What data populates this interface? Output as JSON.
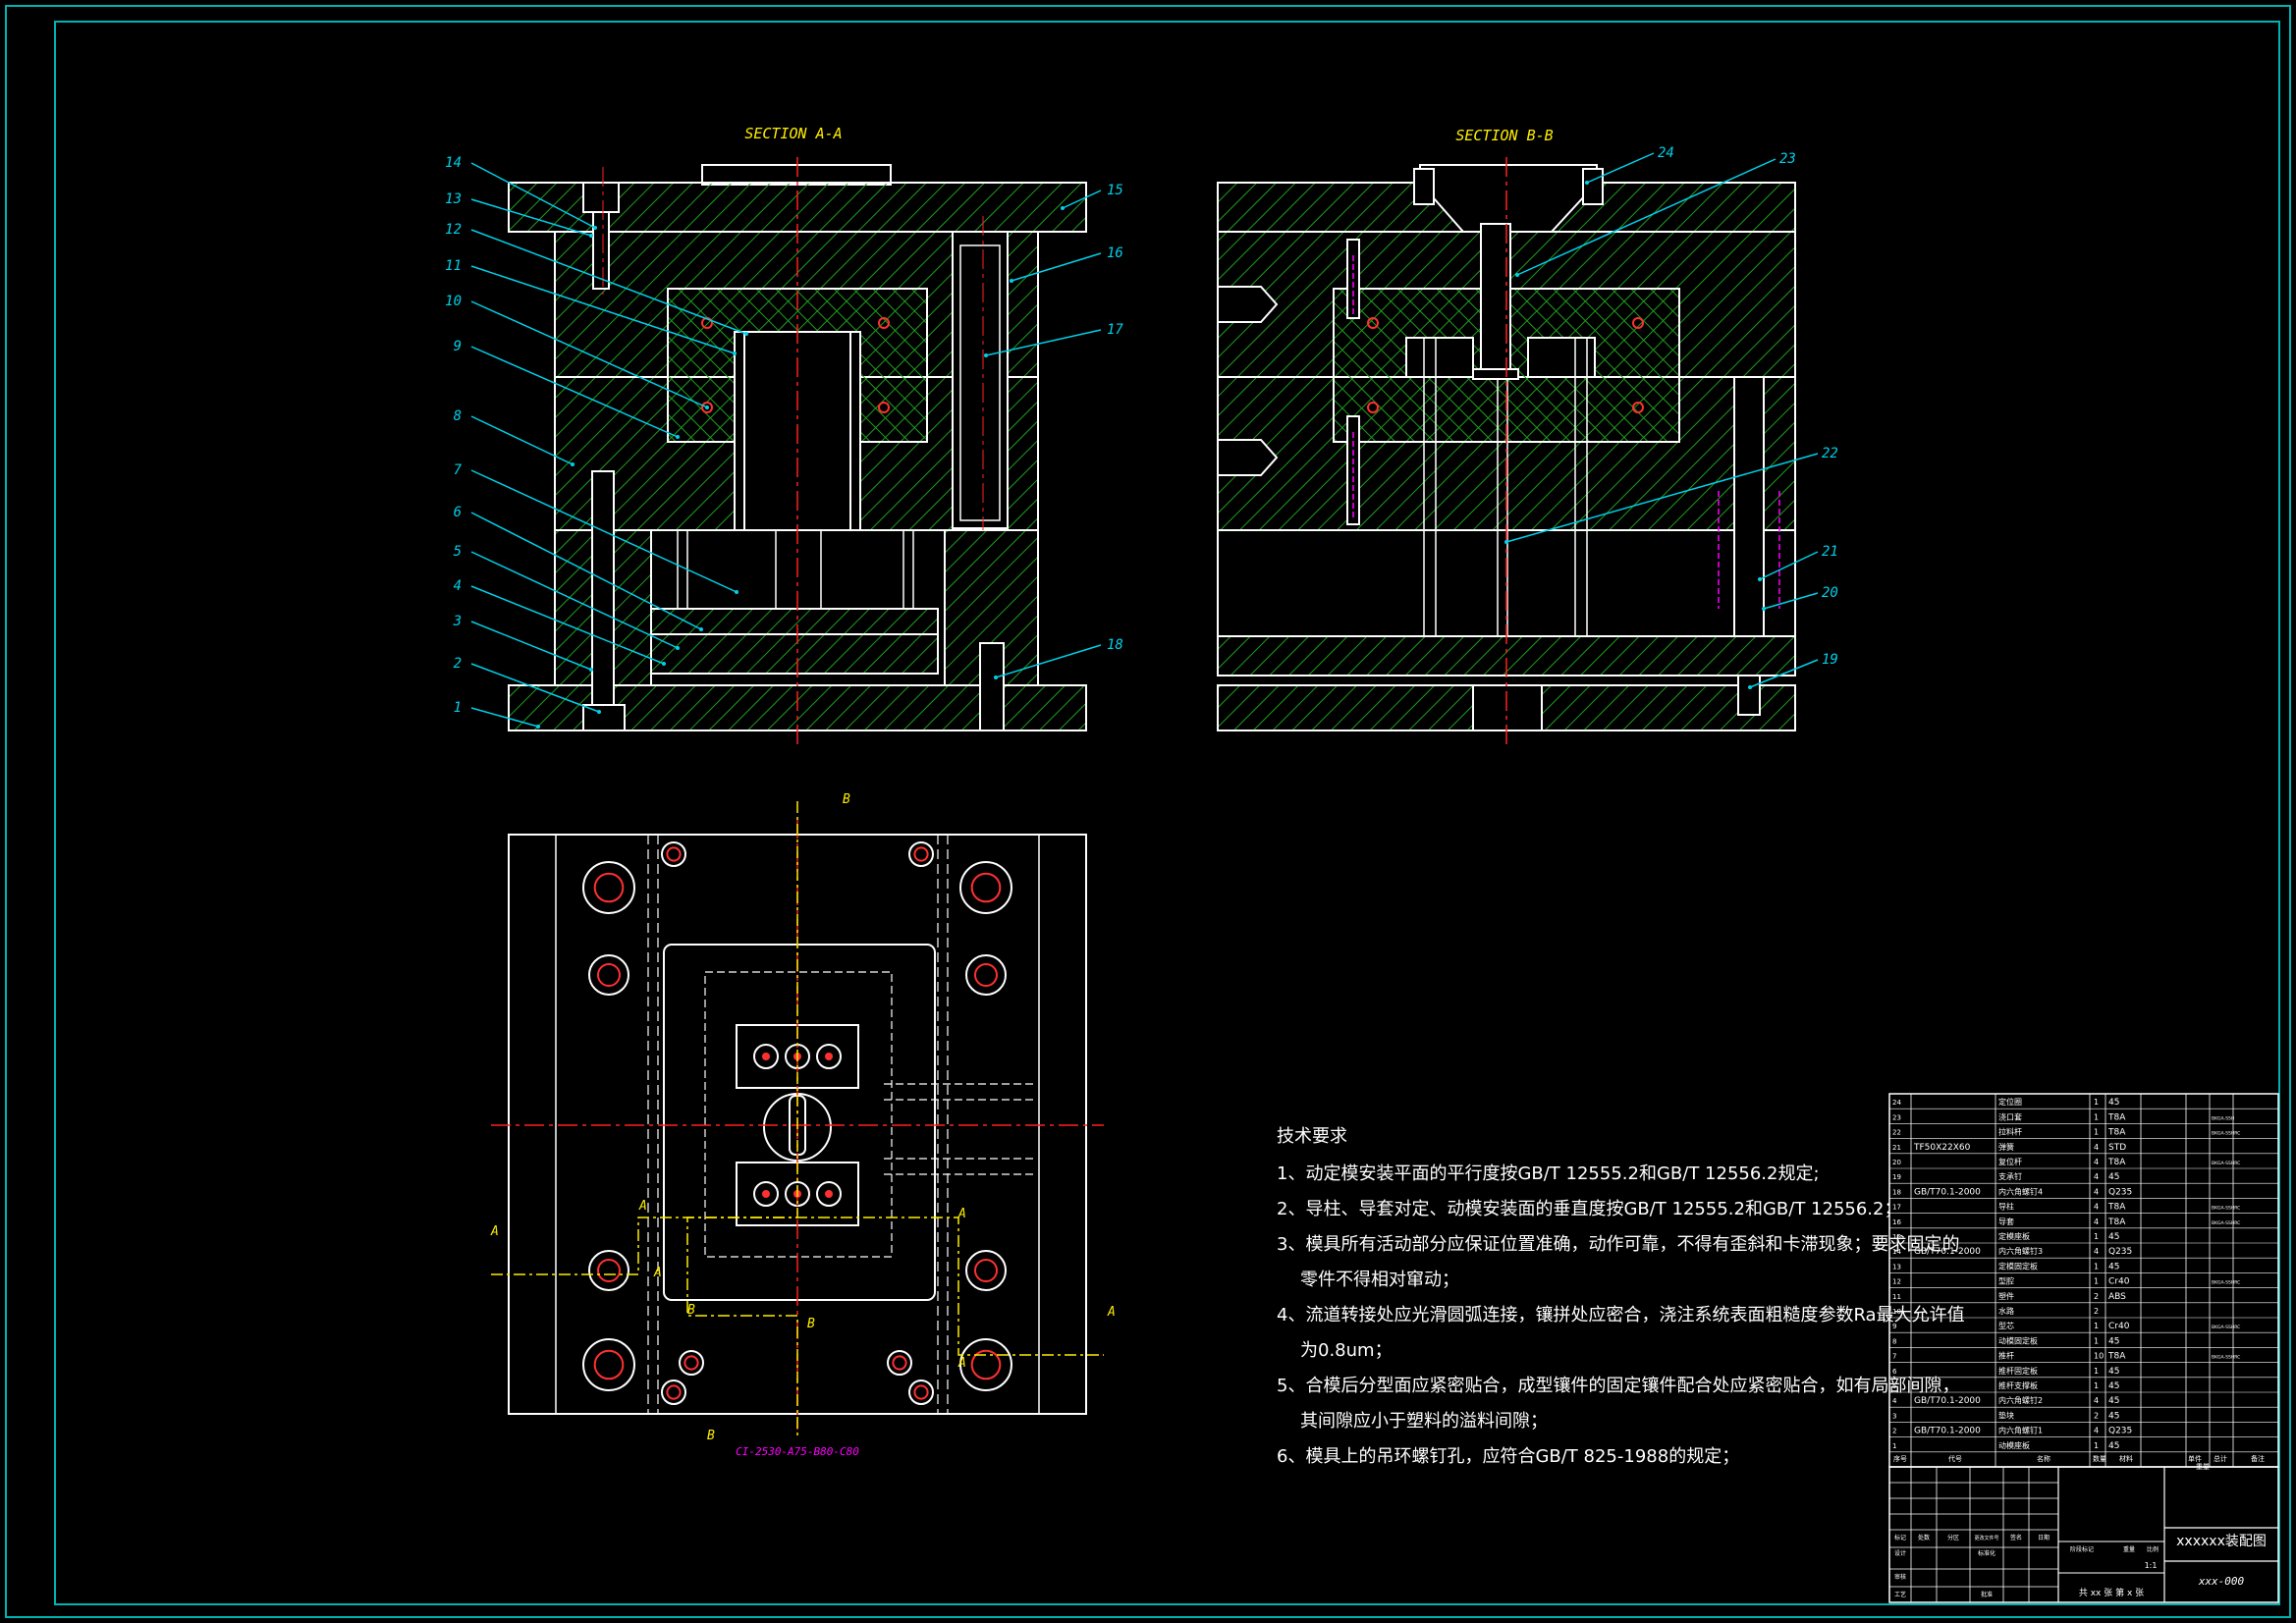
{
  "sections": {
    "a": {
      "title": "SECTION A-A"
    },
    "b": {
      "title": "SECTION B-B"
    }
  },
  "balloons_a": [
    "1",
    "2",
    "3",
    "4",
    "5",
    "6",
    "7",
    "8",
    "9",
    "10",
    "11",
    "12",
    "13",
    "14",
    "15",
    "16",
    "17",
    "18"
  ],
  "balloons_b": [
    "19",
    "20",
    "21",
    "22",
    "23",
    "24"
  ],
  "plan": {
    "section_marks": [
      "A",
      "A",
      "A",
      "A",
      "A",
      "A",
      "B",
      "B",
      "B",
      "B"
    ],
    "part_code": "CI-2530-A75-B80-C80"
  },
  "tech_notes": {
    "title": "技术要求",
    "items": [
      "1、动定模安装平面的平行度按GB/T 12555.2和GB/T 12556.2规定;",
      "2、导柱、导套对定、动模安装面的垂直度按GB/T 12555.2和GB/T 12556.2；",
      "3、模具所有活动部分应保证位置准确，动作可靠，不得有歪斜和卡滞现象；要求固定的",
      "零件不得相对窜动；",
      "4、流道转接处应光滑圆弧连接，镶拼处应密合，浇注系统表面粗糙度参数Ra最大允许值",
      "为0.8um；",
      "5、合模后分型面应紧密贴合，成型镶件的固定镶件配合处应紧密贴合，如有局部间隙，",
      "其间隙应小于塑料的溢料间隙；",
      "6、模具上的吊环螺钉孔，应符合GB/T 825-1988的规定；"
    ]
  },
  "bom": {
    "rows": [
      {
        "no": "24",
        "std": "",
        "name": "定位圈",
        "qty": "1",
        "mat": "45",
        "note": ""
      },
      {
        "no": "23",
        "std": "",
        "name": "浇口套",
        "qty": "1",
        "mat": "T8A",
        "note": "BKGA-SSH"
      },
      {
        "no": "22",
        "std": "",
        "name": "拉料杆",
        "qty": "1",
        "mat": "T8A",
        "note": "BKGA-SSHRC"
      },
      {
        "no": "21",
        "std": "TF50X22X60",
        "name": "弹簧",
        "qty": "4",
        "mat": "STD",
        "note": ""
      },
      {
        "no": "20",
        "std": "",
        "name": "复位杆",
        "qty": "4",
        "mat": "T8A",
        "note": "BKGA-SSHRC"
      },
      {
        "no": "19",
        "std": "",
        "name": "支承钉",
        "qty": "4",
        "mat": "45",
        "note": ""
      },
      {
        "no": "18",
        "std": "GB/T70.1-2000",
        "name": "内六角螺钉4",
        "qty": "4",
        "mat": "Q235",
        "note": ""
      },
      {
        "no": "17",
        "std": "",
        "name": "导柱",
        "qty": "4",
        "mat": "T8A",
        "note": "BKGA-SSHRC"
      },
      {
        "no": "16",
        "std": "",
        "name": "导套",
        "qty": "4",
        "mat": "T8A",
        "note": "BKGA-SSHRC"
      },
      {
        "no": "15",
        "std": "",
        "name": "定模座板",
        "qty": "1",
        "mat": "45",
        "note": ""
      },
      {
        "no": "14",
        "std": "GB/T70.1-2000",
        "name": "内六角螺钉3",
        "qty": "4",
        "mat": "Q235",
        "note": ""
      },
      {
        "no": "13",
        "std": "",
        "name": "定模固定板",
        "qty": "1",
        "mat": "45",
        "note": ""
      },
      {
        "no": "12",
        "std": "",
        "name": "型腔",
        "qty": "1",
        "mat": "Cr40",
        "note": "BKGA-SSHRC"
      },
      {
        "no": "11",
        "std": "",
        "name": "塑件",
        "qty": "2",
        "mat": "ABS",
        "note": ""
      },
      {
        "no": "10",
        "std": "",
        "name": "水路",
        "qty": "2",
        "mat": "",
        "note": ""
      },
      {
        "no": "9",
        "std": "",
        "name": "型芯",
        "qty": "1",
        "mat": "Cr40",
        "note": "BKGA-SSHRC"
      },
      {
        "no": "8",
        "std": "",
        "name": "动模固定板",
        "qty": "1",
        "mat": "45",
        "note": ""
      },
      {
        "no": "7",
        "std": "",
        "name": "推杆",
        "qty": "10",
        "mat": "T8A",
        "note": "BKGA-SSHRC"
      },
      {
        "no": "6",
        "std": "",
        "name": "推杆固定板",
        "qty": "1",
        "mat": "45",
        "note": ""
      },
      {
        "no": "5",
        "std": "",
        "name": "推杆支撑板",
        "qty": "1",
        "mat": "45",
        "note": ""
      },
      {
        "no": "4",
        "std": "GB/T70.1-2000",
        "name": "内六角螺钉2",
        "qty": "4",
        "mat": "45",
        "note": ""
      },
      {
        "no": "3",
        "std": "",
        "name": "垫块",
        "qty": "2",
        "mat": "45",
        "note": ""
      },
      {
        "no": "2",
        "std": "GB/T70.1-2000",
        "name": "内六角螺钉1",
        "qty": "4",
        "mat": "Q235",
        "note": ""
      },
      {
        "no": "1",
        "std": "",
        "name": "动模座板",
        "qty": "1",
        "mat": "45",
        "note": ""
      }
    ],
    "header": {
      "no": "序号",
      "std": "代号",
      "name": "名称",
      "qty": "数量",
      "mat": "材料",
      "single": "单件",
      "total": "总计",
      "weight": "重量",
      "note": "备注"
    }
  },
  "title_block": {
    "drawing_name": "xxxxxx装配图",
    "drawing_no": "xxx-000",
    "scale": "1:1",
    "sheets": "共 xx 张   第 x 张",
    "labels": {
      "mark": "标记",
      "count": "处数",
      "zone": "分区",
      "change_doc": "更改文件号",
      "sign": "签名",
      "date": "日期",
      "design": "设计",
      "standard": "标准化",
      "stage": "阶段标记",
      "weight": "重量",
      "ratio": "比例",
      "review": "审核",
      "process": "工艺",
      "approve": "批准"
    }
  },
  "colors": {
    "frame": "#00b3b3",
    "outline": "#ffffff",
    "hatch": "#1f9e1f",
    "centerline": "#ff2020",
    "leader": "#00d0e8",
    "section_label": "#ffee00",
    "magenta": "#ff00ff"
  }
}
